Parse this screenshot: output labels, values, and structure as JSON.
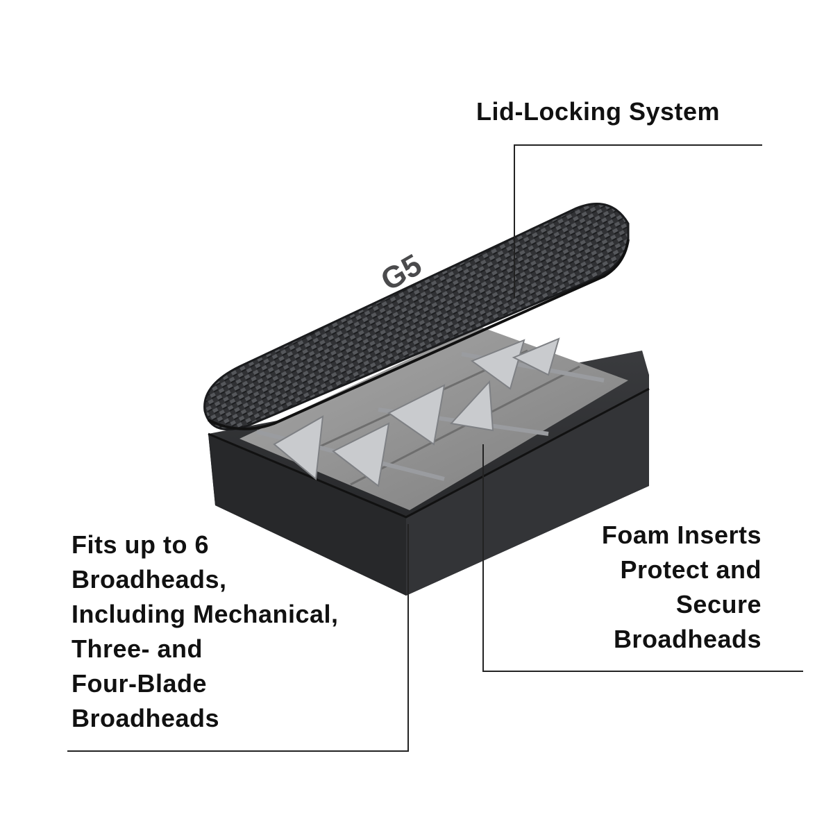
{
  "callouts": {
    "lid_locking": {
      "lines": [
        "Lid-Locking System"
      ]
    },
    "foam_inserts": {
      "lines": [
        "Foam Inserts",
        "Protect and",
        "Secure",
        "Broadheads"
      ]
    },
    "capacity": {
      "lines": [
        "Fits up to 6",
        "Broadheads,",
        "Including Mechanical,",
        "Three- and",
        "Four-Blade",
        "Broadheads"
      ]
    }
  },
  "product": {
    "lid_brand_mark": "G5",
    "colors": {
      "case": "#2b2c2e",
      "lid_weave": "#3a3b3e",
      "foam": "#9a9a9a",
      "blade": "#c7c9cc",
      "line": "#222222"
    }
  }
}
